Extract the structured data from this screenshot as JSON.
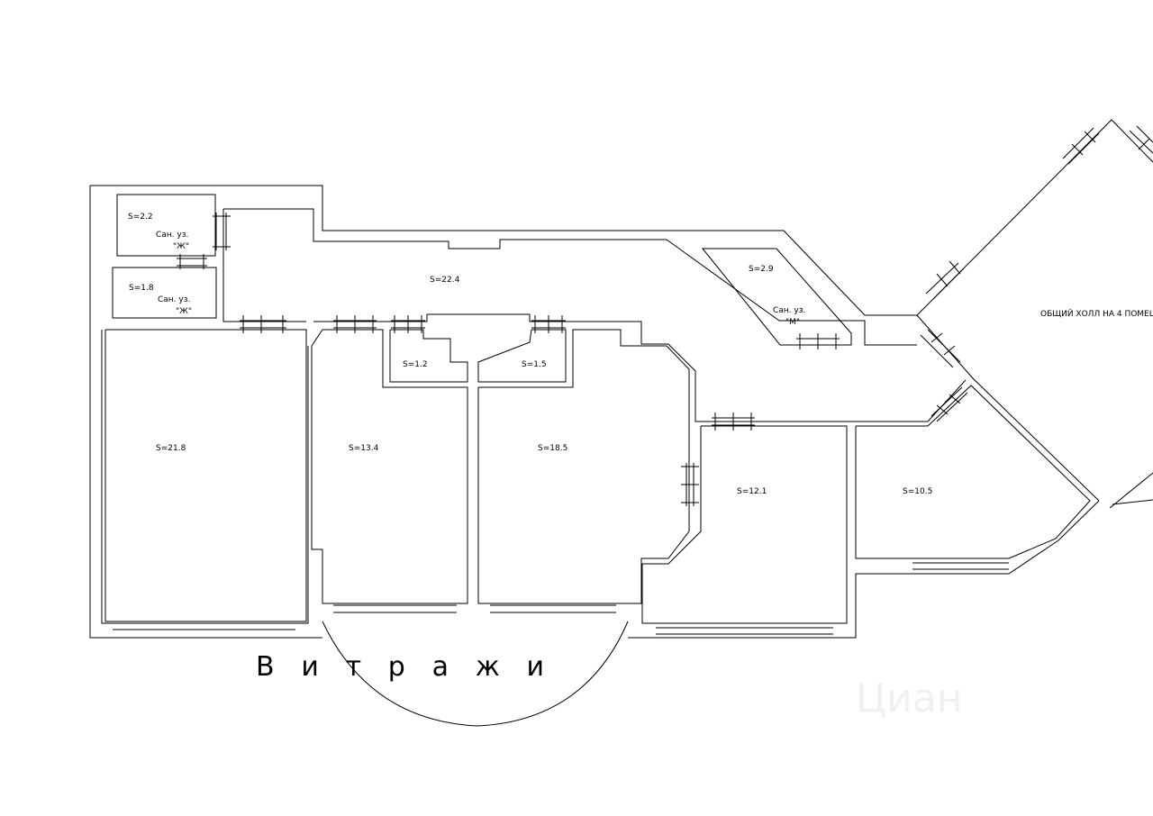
{
  "plan": {
    "line_color": "#000000",
    "background": "#ffffff",
    "caption": "Витражи",
    "hall_label": "ОБЩИЙ ХОЛЛ НА 4  ПОМЕЩ",
    "watermark": "Циан"
  },
  "rooms": [
    {
      "id": "wc-1",
      "area": "S=2.2",
      "name_line1": "Сан. уз.",
      "name_line2": "\"Ж\""
    },
    {
      "id": "wc-2",
      "area": "S=1.8",
      "name_line1": "Сан. уз.",
      "name_line2": "\"Ж\""
    },
    {
      "id": "wc-m",
      "area": "S=2.9",
      "name_line1": "Сан. уз.",
      "name_line2": "\"М\""
    },
    {
      "id": "corridor",
      "area": "S=22.4"
    },
    {
      "id": "room-21",
      "area": "S=21.8"
    },
    {
      "id": "room-13",
      "area": "S=13.4"
    },
    {
      "id": "closet-1",
      "area": "S=1.2"
    },
    {
      "id": "closet-2",
      "area": "S=1.5"
    },
    {
      "id": "room-18",
      "area": "S=18.5"
    },
    {
      "id": "room-12",
      "area": "S=12.1"
    },
    {
      "id": "room-10",
      "area": "S=10.5"
    }
  ]
}
